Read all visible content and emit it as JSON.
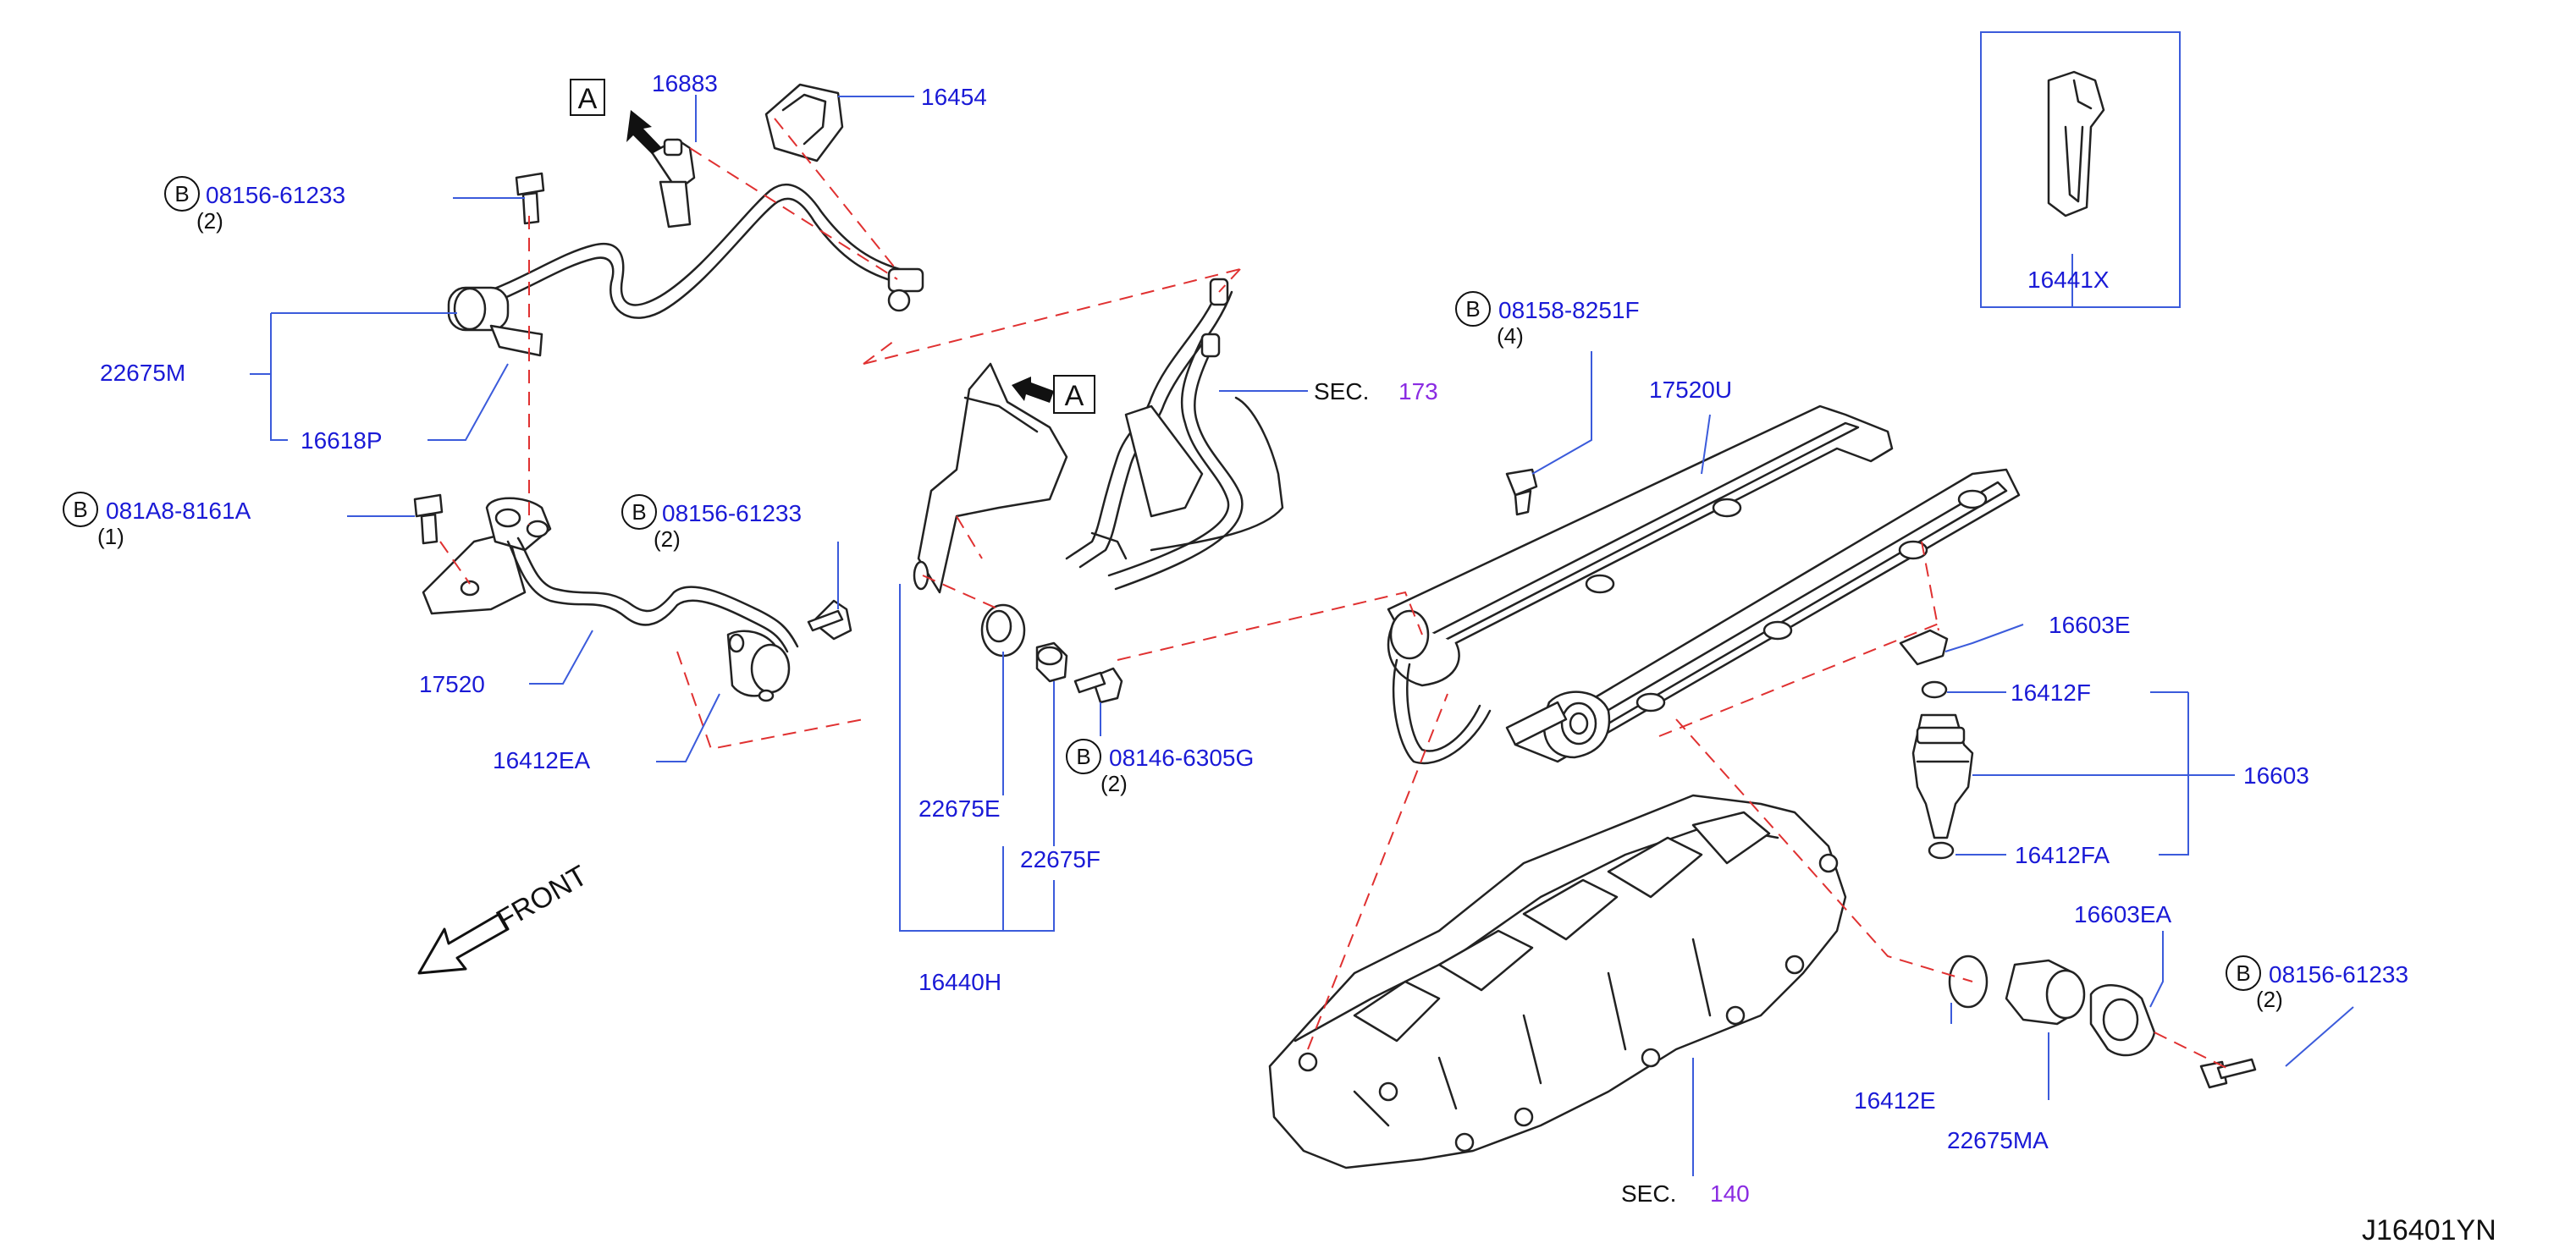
{
  "diagram_id": "J16401YN",
  "front_label": "FRONT",
  "view_marker": "A",
  "bolt_marker": "B",
  "sec_label": "SEC.",
  "parts": {
    "p16883": "16883",
    "p16454": "16454",
    "b08156_61233_a": "08156-61233",
    "q08156_61233_a": "(2)",
    "p22675M": "22675M",
    "p16618P": "16618P",
    "b081A8_8161A": "081A8-8161A",
    "q081A8_8161A": "(1)",
    "b08156_61233_b": "08156-61233",
    "q08156_61233_b": "(2)",
    "p17520": "17520",
    "p16412EA": "16412EA",
    "p22675E": "22675E",
    "p22675F": "22675F",
    "p16440H": "16440H",
    "b08146_6305G": "08146-6305G",
    "q08146_6305G": "(2)",
    "sec173": "173",
    "b08158_8251F": "08158-8251F",
    "q08158_8251F": "(4)",
    "p17520U": "17520U",
    "p16441X": "16441X",
    "p16603E": "16603E",
    "p16412F": "16412F",
    "p16603": "16603",
    "p16412FA": "16412FA",
    "p16603EA": "16603EA",
    "b08156_61233_c": "08156-61233",
    "q08156_61233_c": "(2)",
    "p16412E": "16412E",
    "p22675MA": "22675MA",
    "sec140": "140"
  },
  "colors": {
    "part_number": "#1a1ad6",
    "leader_line": "#3b5bdb",
    "dashed_line": "#e03131",
    "section_number": "#8a2be2",
    "ink": "#222222"
  }
}
